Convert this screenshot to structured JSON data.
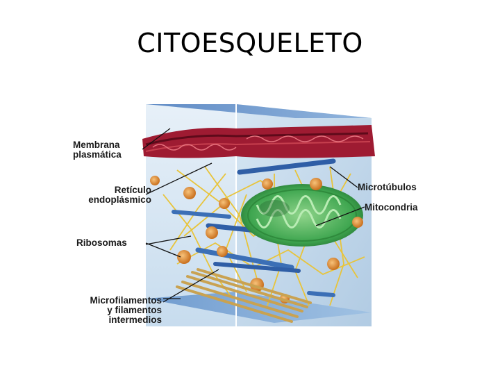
{
  "slide": {
    "title": "CITOESQUELETO"
  },
  "labels": {
    "membrana_1": "Membrana",
    "membrana_2": "plasmática",
    "reticulo_1": "Retículo",
    "reticulo_2": "endoplásmico",
    "ribosomas": "Ribosomas",
    "microfil_1": "Microfilamentos",
    "microfil_2": "y filamentos",
    "microfil_3": "intermedios",
    "microtubulos": "Microtúbulos",
    "mitocondria": "Mitocondria"
  },
  "colors": {
    "membrane": "#9e1b32",
    "membrane_dark": "#5e0a1a",
    "microtubule": "#3b6fb6",
    "mitochondria": "#3fa650",
    "ribosome": "#e08b2c",
    "filament": "#e8c43a",
    "cube_front": "#cfe3f2",
    "cube_side": "#b9d2e8",
    "top_face": "#7ea6d3"
  }
}
